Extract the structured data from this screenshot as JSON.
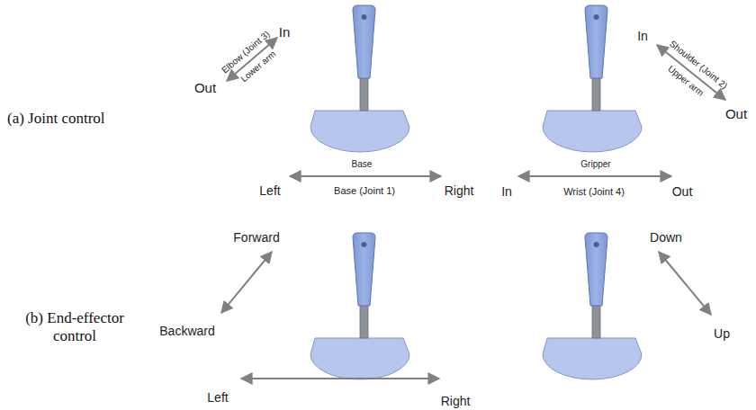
{
  "diagram": {
    "labels": [
      "(a) Joint control",
      "In",
      "Out",
      "Elbow (Joint 3)",
      "Lower arm",
      "Base",
      "Left",
      "Base (Joint 1)",
      "Right",
      "In",
      "Shoulder (Joint 2)",
      "Upper arm",
      "Out",
      "Gripper",
      "In",
      "Wrist (Joint 4)",
      "Out",
      "(b) End-effector control",
      "Forward",
      "Backward",
      "Left",
      "Right",
      "Down",
      "Up"
    ]
  }
}
